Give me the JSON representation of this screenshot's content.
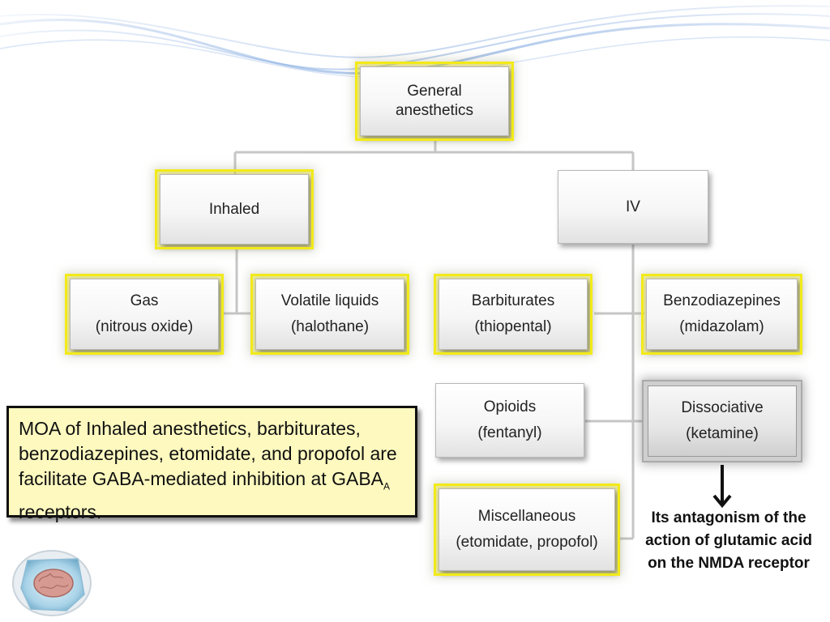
{
  "diagram": {
    "root": {
      "text": "General anesthetics"
    },
    "categories": {
      "inhaled": {
        "label": "Inhaled"
      },
      "iv": {
        "label": "IV"
      }
    },
    "agents": {
      "gas": {
        "name": "Gas",
        "example": "(nitrous oxide)"
      },
      "volatile": {
        "name": "Volatile liquids",
        "example": "(halothane)"
      },
      "barbiturates": {
        "name": "Barbiturates",
        "example": "(thiopental)"
      },
      "benzodiazepines": {
        "name": "Benzodiazepines",
        "example": "(midazolam)"
      },
      "opioids": {
        "name": "Opioids",
        "example": "(fentanyl)"
      },
      "dissociative": {
        "name": "Dissociative",
        "example": "(ketamine)"
      },
      "misc": {
        "name": "Miscellaneous",
        "example": "(etomidate, propofol)"
      }
    }
  },
  "moa_note": {
    "text": "MOA of Inhaled anesthetics, barbiturates, benzodiazepines, etomidate, and propofol are facilitate GABA-mediated inhibition at GABA",
    "subscript": "A",
    "tail": " receptors."
  },
  "nmda_note": {
    "text": "Its antagonism of the action of glutamic acid on the NMDA receptor"
  },
  "colors": {
    "highlight": "#f2ea19",
    "note_background": "#fdf9bf",
    "connector": "#c6c6c6",
    "swoosh": "#5b8fd6"
  },
  "icons": {
    "arrow": "down-arrow-icon",
    "logo": "brain-on-ice-icon"
  }
}
